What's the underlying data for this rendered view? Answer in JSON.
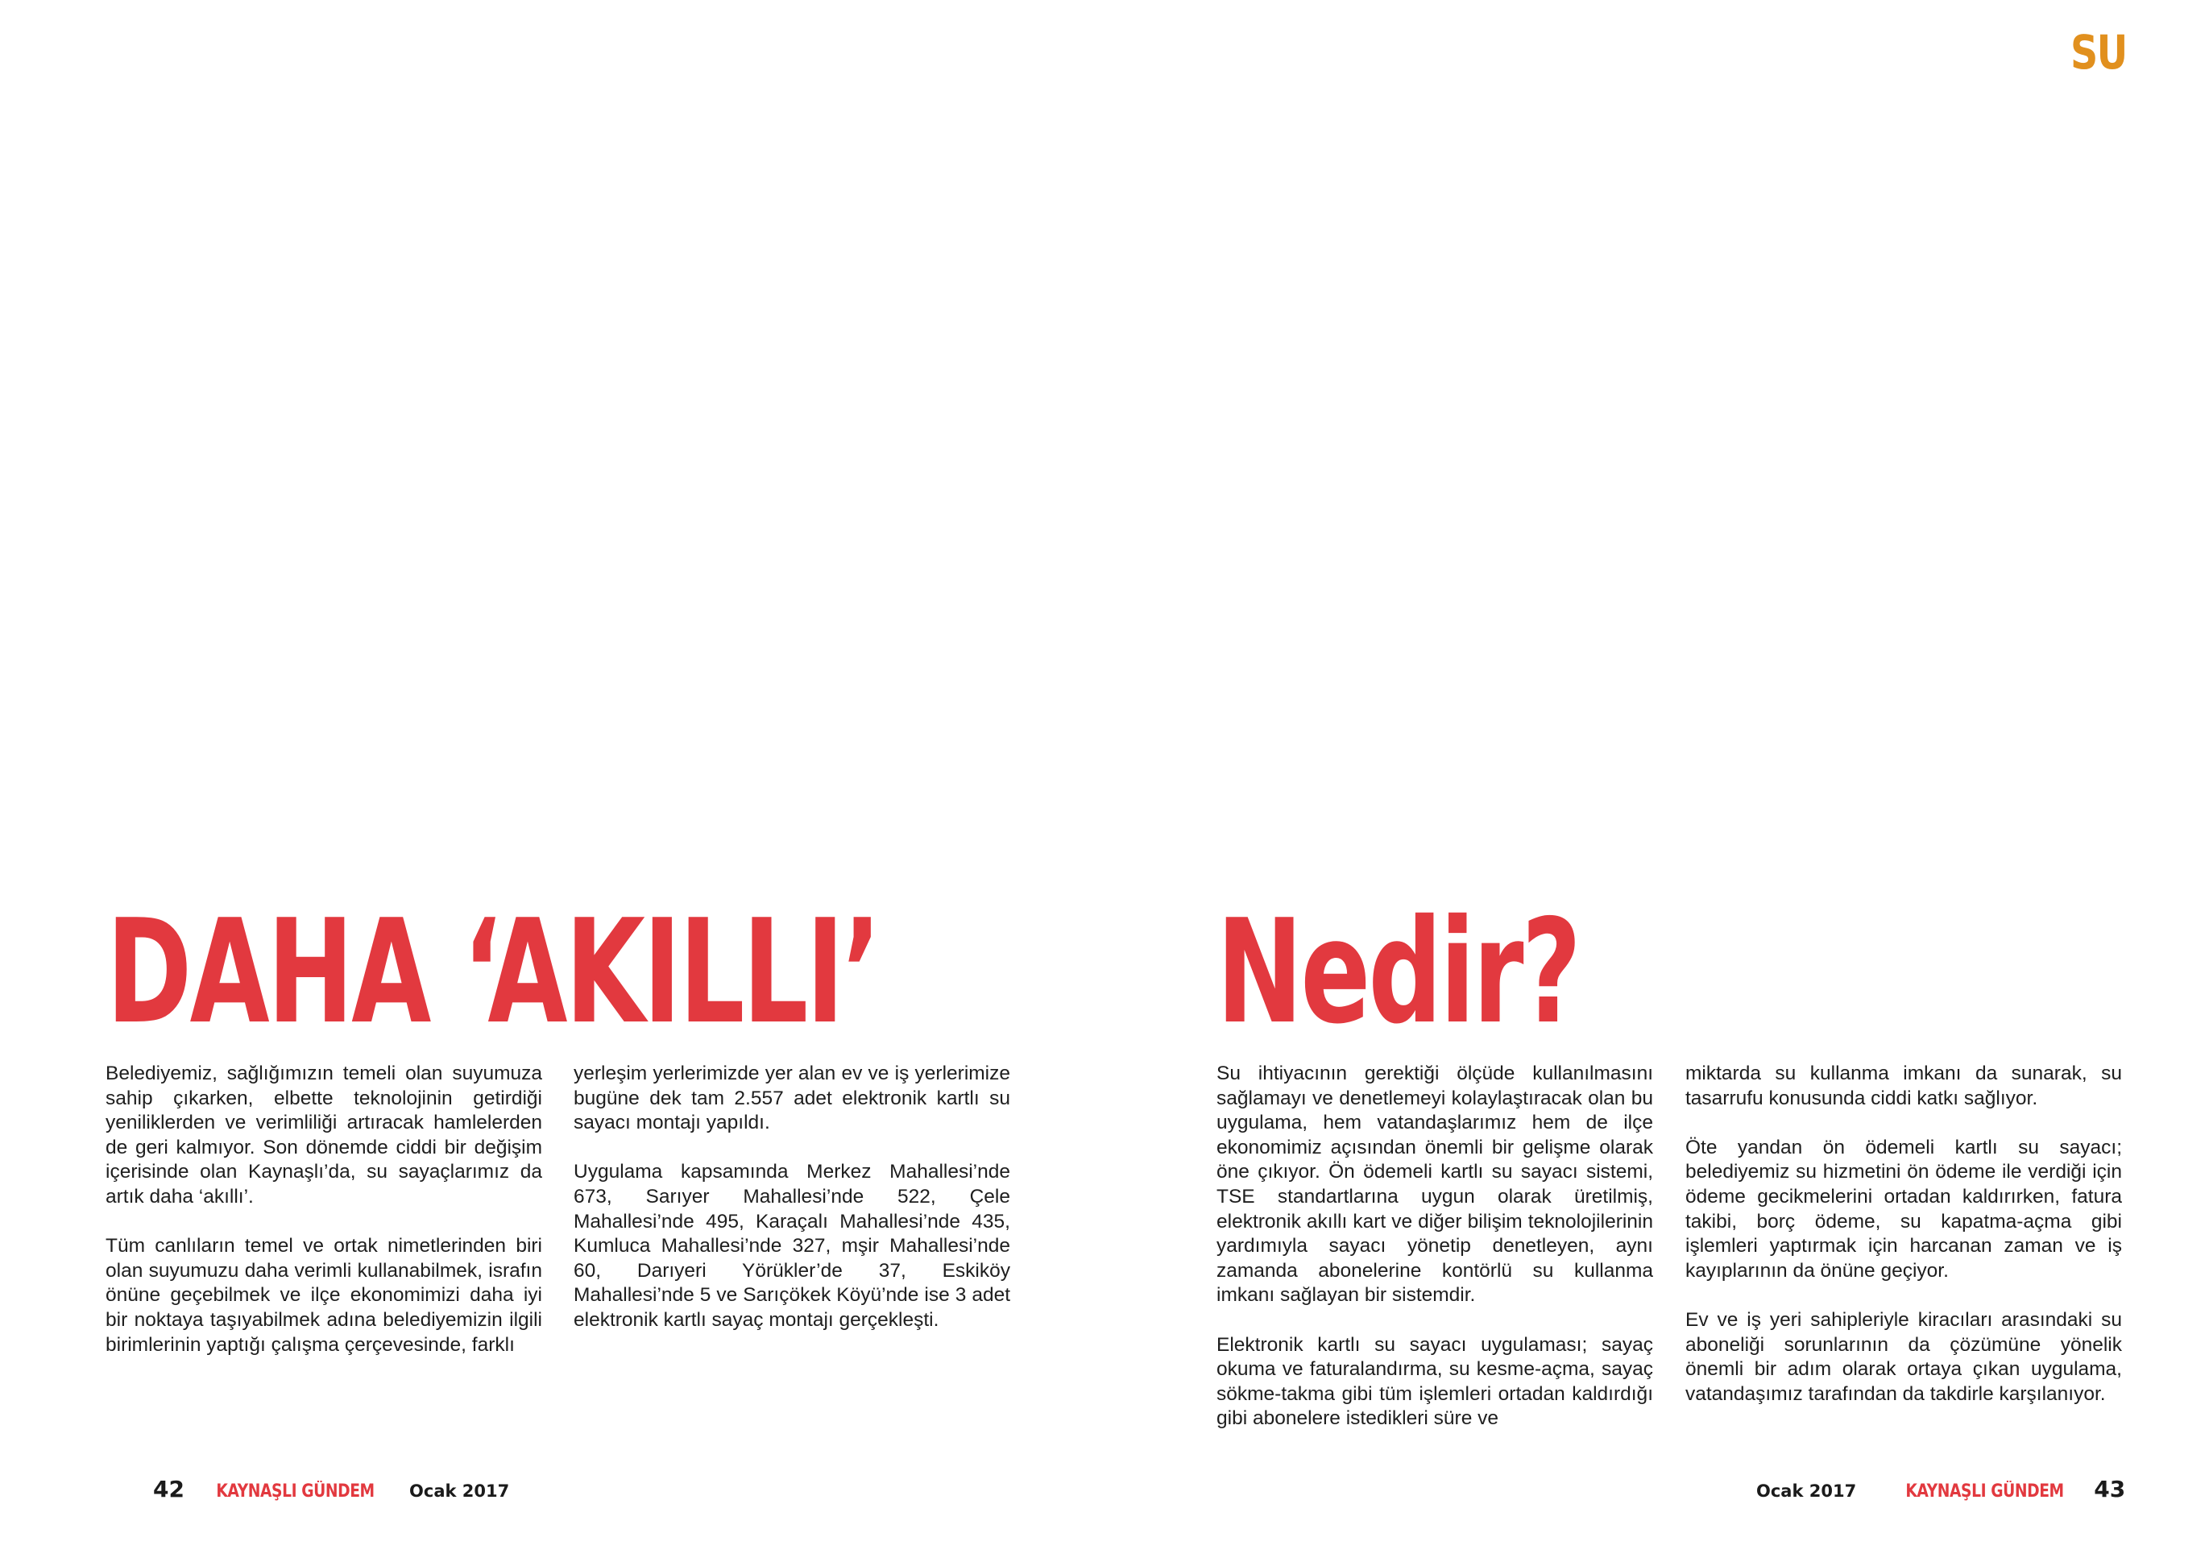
{
  "theme": {
    "accent_red": "#e2393f",
    "accent_orange": "#e1901e",
    "text_color": "#1e1e1e"
  },
  "section_tag": "SU",
  "headline": {
    "left": "DAHA ‘AKILLI’",
    "right": "Nedir?"
  },
  "columns": {
    "col1": {
      "p1": "Belediyemiz, sağlığımızın temeli olan suyumuza sahip çıkarken, elbette teknolojinin getirdiği yeniliklerden ve verimliliği artıracak hamlelerden de geri kalmıyor. Son dönemde ciddi bir değişim içerisinde olan Kaynaşlı’da, su sayaçlarımız da artık daha ‘akıllı’.",
      "p2": "Tüm canlıların temel ve ortak nimetlerinden biri olan suyumuzu daha verimli kullanabilmek, israfın önüne geçebilmek ve ilçe ekonomimizi daha iyi bir noktaya taşıyabilmek adına belediyemizin ilgili birimlerinin yaptığı çalışma çerçevesinde, farklı"
    },
    "col2": {
      "p1": "yerleşim yerlerimizde yer alan ev ve iş yerlerimize bugüne dek tam 2.557 adet elektronik kartlı su sayacı montajı yapıldı.",
      "p2": "Uygulama kapsamında Merkez Mahallesi’nde 673, Sarıyer Mahallesi’nde 522, Çele Mahallesi’nde 495, Karaçalı Mahallesi’nde 435, Kumluca Mahallesi’nde 327, mşir Mahallesi’nde 60, Darıyeri Yörükler’de 37, Eskiköy Mahallesi’nde 5 ve Sarıçökek Köyü’nde ise 3 adet elektronik kartlı sayaç montajı gerçekleşti."
    },
    "col3": {
      "p1": "Su ihtiyacının gerektiği ölçüde kullanılmasını sağlamayı ve denetlemeyi kolaylaştıracak olan bu uygulama, hem vatandaşlarımız hem de ilçe ekonomimiz açısından önemli bir gelişme olarak öne çıkıyor. Ön ödemeli kartlı su sayacı sistemi, TSE standartlarına uygun olarak üretilmiş, elektronik akıllı kart ve diğer bilişim teknolojilerinin yardımıyla sayacı yönetip denetleyen, aynı zamanda abonelerine kontörlü su kullanma imkanı sağlayan bir sistemdir.",
      "p2": "Elektronik kartlı su sayacı uygulaması; sayaç okuma ve faturalandırma, su kesme-açma, sayaç sökme-takma gibi tüm işlemleri ortadan kaldırdığı gibi abonelere istedikleri süre ve"
    },
    "col4": {
      "p1": "miktarda su kullanma imkanı da sunarak, su tasarrufu konusunda ciddi katkı sağlıyor.",
      "p2": "Öte yandan ön ödemeli kartlı su sayacı; belediyemiz su hizmetini ön ödeme ile verdiği için ödeme gecikmelerini ortadan kaldırırken, fatura takibi, borç ödeme, su kapatma-açma gibi işlemleri yaptırmak için harcanan zaman ve iş kayıplarının da önüne geçiyor.",
      "p3": "Ev ve iş yeri sahipleriyle kiracıları arasındaki su aboneliği sorunlarının da çözümüne yönelik önemli bir adım olarak ortaya çıkan uygulama, vatandaşımız tarafından da takdirle karşılanıyor."
    }
  },
  "footer": {
    "left": {
      "page_number": "42",
      "magazine": "KAYNAŞLI GÜNDEM",
      "date": "Ocak 2017"
    },
    "right": {
      "date": "Ocak 2017",
      "magazine": "KAYNAŞLI GÜNDEM",
      "page_number": "43"
    }
  }
}
